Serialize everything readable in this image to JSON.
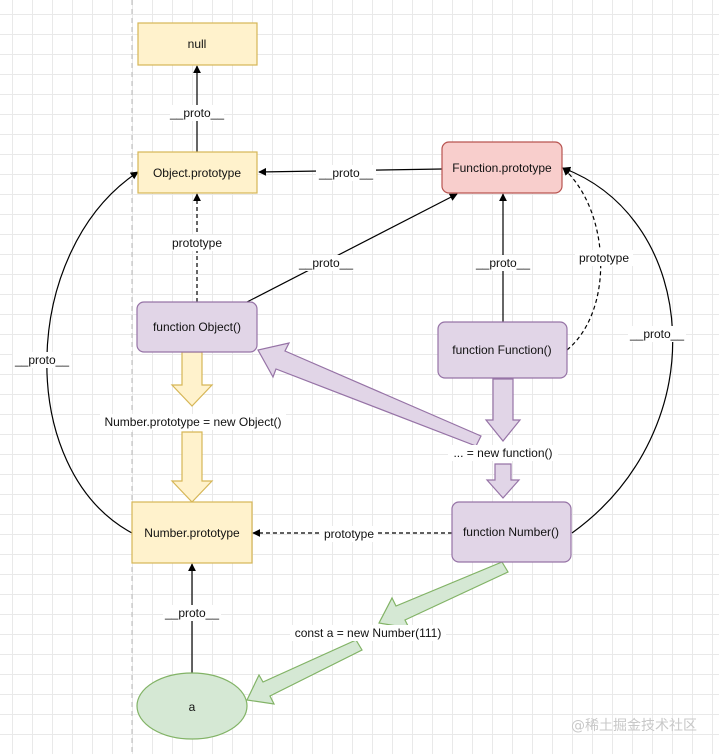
{
  "nodes": {
    "null": {
      "label": "null",
      "fill": "#fff2cc",
      "stroke": "#d6b656"
    },
    "object_prototype": {
      "label": "Object.prototype",
      "fill": "#fff2cc",
      "stroke": "#d6b656"
    },
    "function_prototype": {
      "label": "Function.prototype",
      "fill": "#f8cecc",
      "stroke": "#b85450"
    },
    "function_object": {
      "label": "function Object()",
      "fill": "#e1d5e7",
      "stroke": "#9673a6"
    },
    "function_function": {
      "label": "function Function()",
      "fill": "#e1d5e7",
      "stroke": "#9673a6"
    },
    "number_prototype": {
      "label": "Number.prototype",
      "fill": "#fff2cc",
      "stroke": "#d6b656"
    },
    "function_number": {
      "label": "function Number()",
      "fill": "#e1d5e7",
      "stroke": "#9673a6"
    },
    "a": {
      "label": "a",
      "fill": "#d5e8d4",
      "stroke": "#82b366"
    }
  },
  "edge_labels": {
    "objproto_to_null": "__proto__",
    "funcproto_to_objproto": "__proto__",
    "funcobj_to_objproto": "prototype",
    "funcobj_to_funcproto": "__proto__",
    "funcfunc_to_funcproto": "__proto__",
    "funcfunc_prototype": "prototype",
    "funcnum_to_funcproto": "__proto__",
    "numproto_to_objproto": "__proto__",
    "funcnum_to_numproto": "prototype",
    "a_to_numproto": "__proto__"
  },
  "annotations": {
    "number_prototype_new_object": "Number.prototype = new Object()",
    "new_function": "... = new function()",
    "const_a": "const a = new Number(111)"
  },
  "arrow_colors": {
    "yellow_fill": "#fff2cc",
    "yellow_stroke": "#d6b656",
    "purple_fill": "#e1d5e7",
    "purple_stroke": "#9673a6",
    "green_fill": "#d5e8d4",
    "green_stroke": "#82b366"
  },
  "watermark": "@稀土掘金技术社区"
}
